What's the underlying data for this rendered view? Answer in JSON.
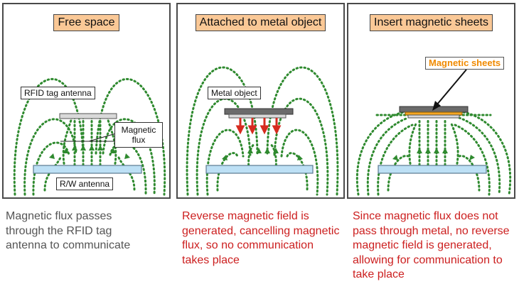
{
  "colors": {
    "flux": "#2f8a2f",
    "title_bg": "#fac896",
    "antenna": "#bde0f5",
    "metal": "#6b6b6b",
    "reverse": "#d62b1f",
    "sheet": "#f5a623",
    "sheet_label": "#f08a00",
    "caption_gray": "#555555",
    "caption_red": "#cc1f1f"
  },
  "panels": [
    {
      "title": "Free space",
      "labels": {
        "tag": "RFID tag antenna",
        "flux": "Magnetic flux",
        "rw": "R/W antenna"
      },
      "caption": "Magnetic flux passes through the RFID tag antenna to communicate"
    },
    {
      "title": "Attached to metal object",
      "labels": {
        "metal": "Metal object"
      },
      "caption": "Reverse magnetic field is generated, cancelling magnetic flux, so no communication takes place"
    },
    {
      "title": "Insert magnetic sheets",
      "labels": {
        "sheets": "Magnetic sheets"
      },
      "caption": "Since magnetic flux does not pass through metal, no reverse magnetic field is generated, allowing for communication to take place"
    }
  ]
}
